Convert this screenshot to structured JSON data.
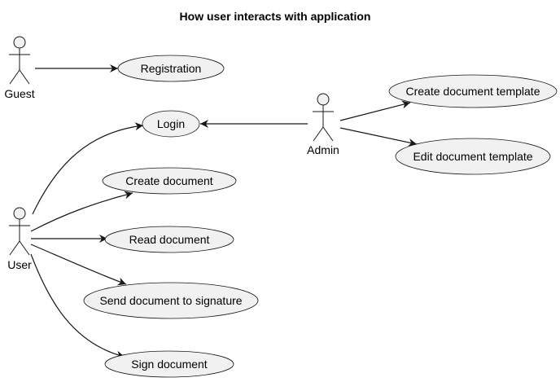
{
  "title": "How user interacts with application",
  "actors": [
    {
      "id": "guest",
      "label": "Guest"
    },
    {
      "id": "user",
      "label": "User"
    },
    {
      "id": "admin",
      "label": "Admin"
    }
  ],
  "usecases": [
    {
      "id": "registration",
      "label": "Registration"
    },
    {
      "id": "login",
      "label": "Login"
    },
    {
      "id": "create-document",
      "label": "Create document"
    },
    {
      "id": "read-document",
      "label": "Read document"
    },
    {
      "id": "send-document-to-signature",
      "label": "Send document to signature"
    },
    {
      "id": "sign-document",
      "label": "Sign document"
    },
    {
      "id": "create-document-template",
      "label": "Create document template"
    },
    {
      "id": "edit-document-template",
      "label": "Edit document template"
    }
  ],
  "associations": [
    {
      "from": "guest",
      "to": "registration"
    },
    {
      "from": "user",
      "to": "login"
    },
    {
      "from": "user",
      "to": "create-document"
    },
    {
      "from": "user",
      "to": "read-document"
    },
    {
      "from": "user",
      "to": "send-document-to-signature"
    },
    {
      "from": "user",
      "to": "sign-document"
    },
    {
      "from": "admin",
      "to": "login"
    },
    {
      "from": "admin",
      "to": "create-document-template"
    },
    {
      "from": "admin",
      "to": "edit-document-template"
    }
  ]
}
